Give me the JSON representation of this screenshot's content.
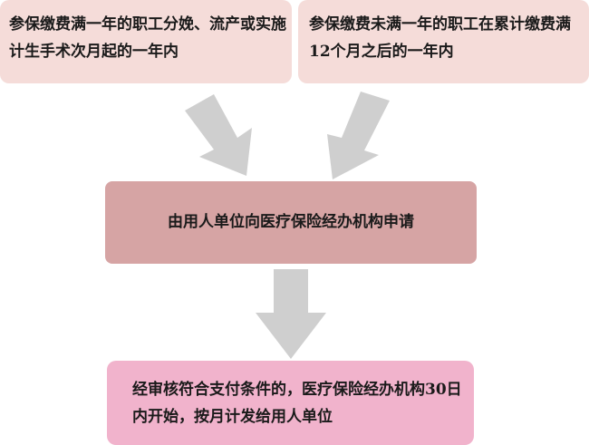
{
  "boxes": {
    "top_left": "参保缴费满一年的职工分娩、流产或实施计生手术次月起的一年内",
    "top_right": "参保缴费未满一年的职工在累计缴费满12个月之后的一年内",
    "middle": "由用人单位向医疗保险经办机构申请",
    "bottom": "经审核符合支付条件的，医疗保险经办机构30日内开始，按月计发给用人单位"
  },
  "colors": {
    "top_box_fill": "#f5dcd9",
    "middle_box_fill": "#d6a4a4",
    "bottom_box_fill": "#f1b3cc",
    "arrow_fill": "#cfcfcf"
  }
}
